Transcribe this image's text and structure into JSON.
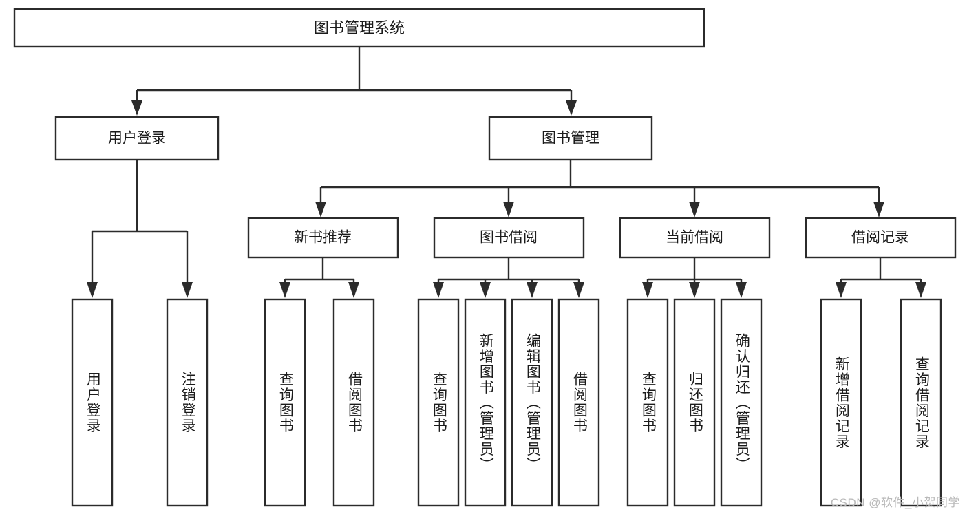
{
  "diagram": {
    "type": "tree-hierarchy",
    "title": "图书管理系统",
    "watermark": "CSDN @软件_小贺同学",
    "colors": {
      "stroke": "#2b2b2b",
      "box_fill": "#ffffff",
      "text": "#1b1b1b",
      "background": "#ffffff",
      "watermark": "#b9b9b9"
    },
    "root": {
      "label": "图书管理系统",
      "level": 0
    },
    "level2": [
      {
        "label": "用户登录"
      },
      {
        "label": "图书管理"
      }
    ],
    "level3": [
      {
        "label": "新书推荐"
      },
      {
        "label": "图书借阅"
      },
      {
        "label": "当前借阅"
      },
      {
        "label": "借阅记录"
      }
    ],
    "leaves": {
      "user_login": [
        {
          "label": "用户登录"
        },
        {
          "label": "注销登录"
        }
      ],
      "new_book": [
        {
          "label": "查询图书"
        },
        {
          "label": "借阅图书"
        }
      ],
      "book_borrow": [
        {
          "label": "查询图书"
        },
        {
          "label": "新增图书（管理员）"
        },
        {
          "label": "编辑图书（管理员）"
        },
        {
          "label": "借阅图书"
        }
      ],
      "current_borrow": [
        {
          "label": "查询图书"
        },
        {
          "label": "归还图书"
        },
        {
          "label": "确认归还（管理员）"
        }
      ],
      "borrow_record": [
        {
          "label": "新增借阅记录"
        },
        {
          "label": "查询借阅记录"
        }
      ]
    }
  }
}
